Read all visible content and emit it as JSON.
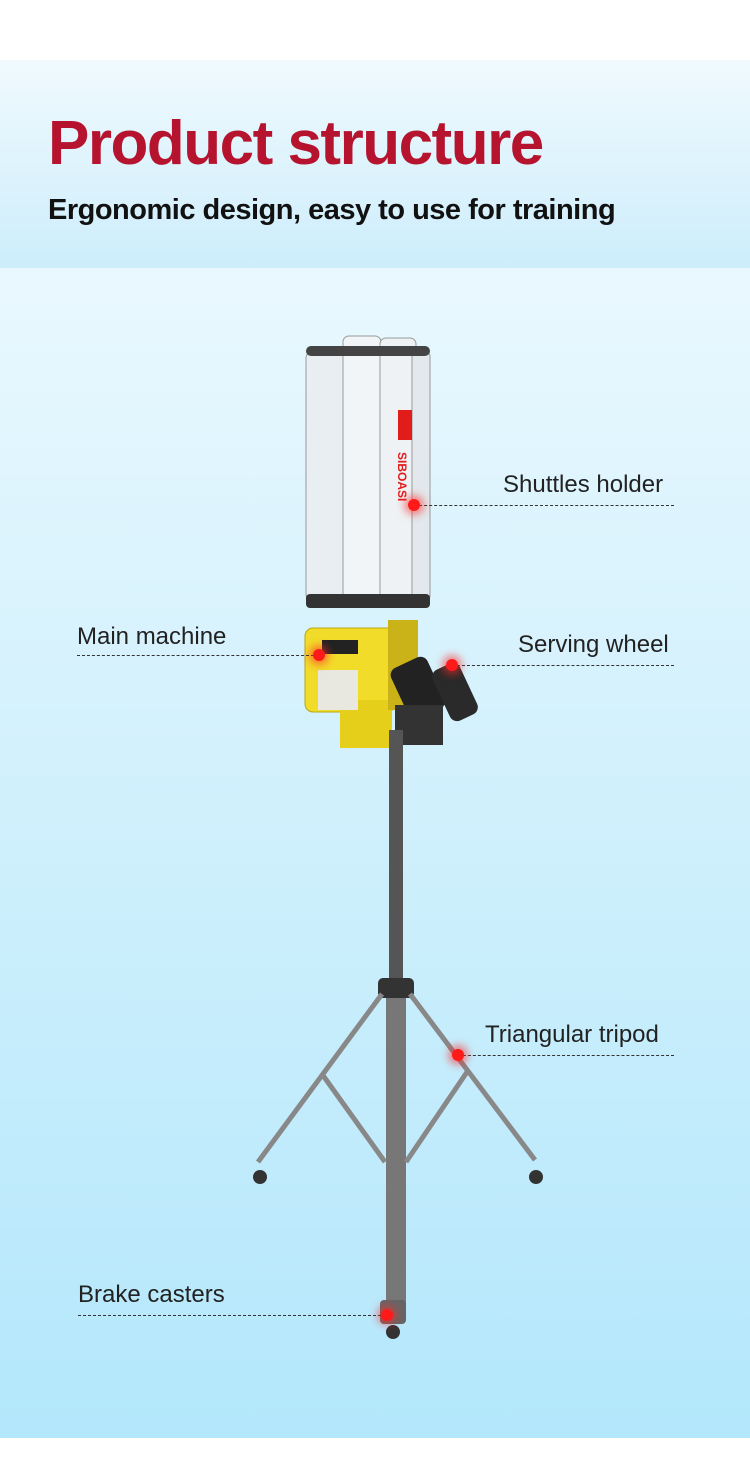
{
  "header": {
    "title": "Product structure",
    "subtitle": "Ergonomic design, easy to use for training",
    "title_color": "#b5132e"
  },
  "product": {
    "brand": "SIBOASI"
  },
  "callouts": [
    {
      "label": "Shuttles holder"
    },
    {
      "label": "Main machine"
    },
    {
      "label": "Serving wheel"
    },
    {
      "label": "Triangular tripod"
    },
    {
      "label": "Brake casters"
    }
  ],
  "colors": {
    "accent_red": "#ff1a1a",
    "machine_yellow": "#f2dc2a"
  }
}
